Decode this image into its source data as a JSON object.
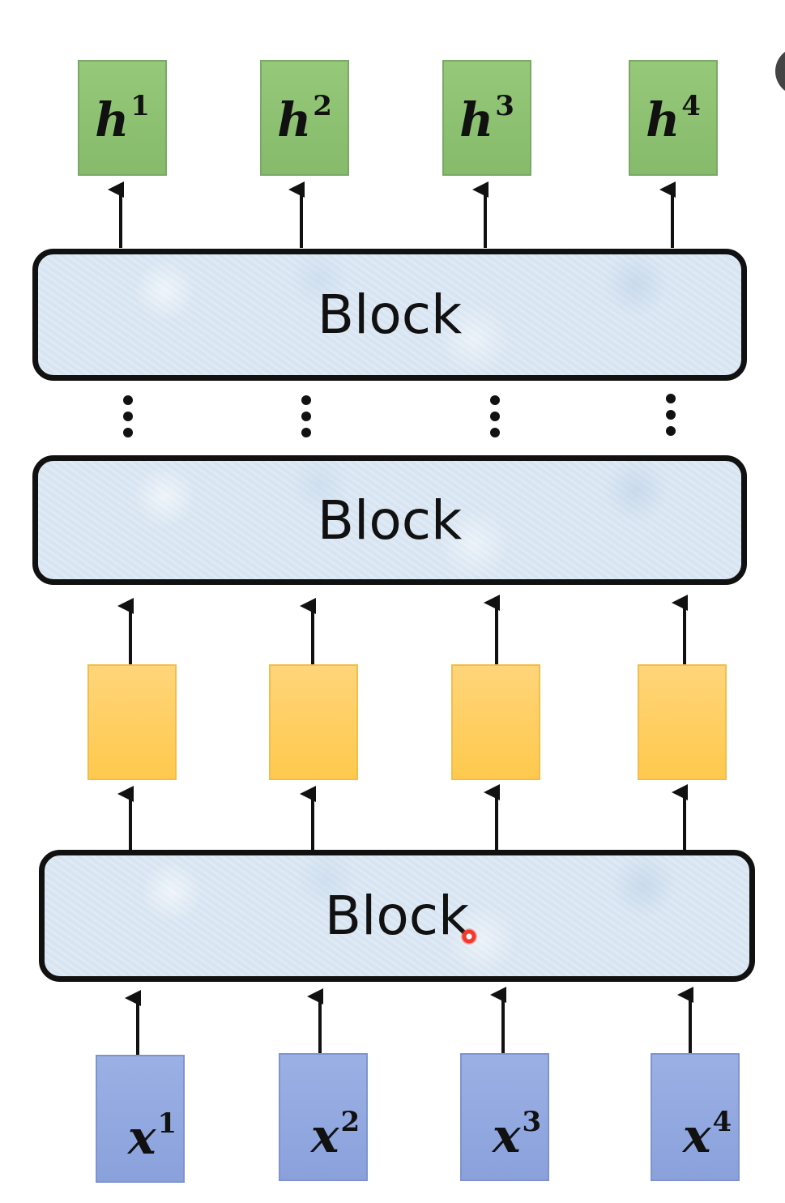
{
  "outputs": [
    "h",
    "h",
    "h",
    "h"
  ],
  "output_superscripts": [
    "1",
    "2",
    "3",
    "4"
  ],
  "inputs": [
    "x",
    "x",
    "x",
    "x"
  ],
  "input_superscripts": [
    "1",
    "2",
    "3",
    "4"
  ],
  "blocks": [
    "Block",
    "Block",
    "Block"
  ],
  "colors": {
    "output_box": "#8cc170",
    "intermediate_box": "#ffcc55",
    "input_box": "#90a6df",
    "block_fill": "#dbe7f3",
    "block_border": "#111111",
    "arrow": "#111111"
  }
}
